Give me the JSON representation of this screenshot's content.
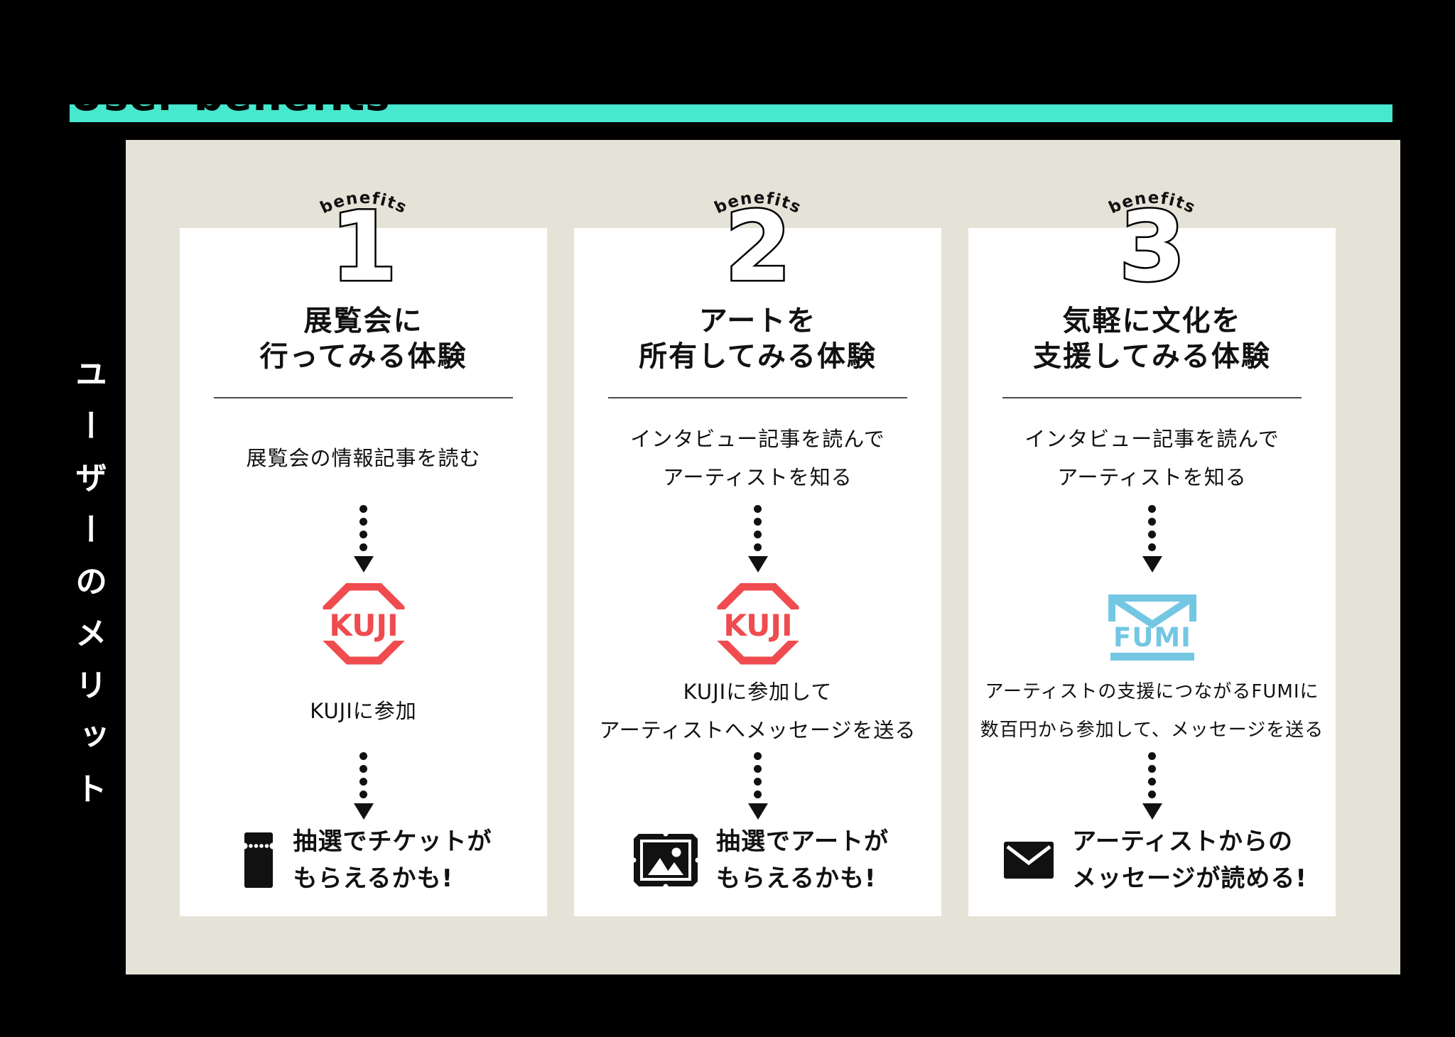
{
  "header": {
    "title": "User benefits"
  },
  "sidebar": {
    "label": "ユーザーのメリット"
  },
  "colors": {
    "accent_teal": "#47e8cd",
    "panel_beige": "#e5e3d7",
    "card_white": "#ffffff",
    "kuji_red": "#f04b4f",
    "fumi_blue": "#74c7e3",
    "text_black": "#111111"
  },
  "cards": [
    {
      "badge": "benefits",
      "number": "1",
      "title_lines": [
        "展覧会に",
        "行ってみる体験"
      ],
      "step1_lines": [
        "展覧会の情報記事を読む"
      ],
      "logo": {
        "name": "kuji-logo",
        "text": "KUJI"
      },
      "step2_lines": [
        "KUJIに参加"
      ],
      "result": {
        "icon": "ticket-icon",
        "lines": [
          "抽選でチケットが",
          "もらえるかも!"
        ]
      }
    },
    {
      "badge": "benefits",
      "number": "2",
      "title_lines": [
        "アートを",
        "所有してみる体験"
      ],
      "step1_lines": [
        "インタビュー記事を読んで",
        "アーティストを知る"
      ],
      "logo": {
        "name": "kuji-logo",
        "text": "KUJI"
      },
      "step2_lines": [
        "KUJIに参加して",
        "アーティストへメッセージを送る"
      ],
      "result": {
        "icon": "picture-frame-icon",
        "lines": [
          "抽選でアートが",
          "もらえるかも!"
        ]
      }
    },
    {
      "badge": "benefits",
      "number": "3",
      "title_lines": [
        "気軽に文化を",
        "支援してみる体験"
      ],
      "step1_lines": [
        "インタビュー記事を読んで",
        "アーティストを知る"
      ],
      "logo": {
        "name": "fumi-logo",
        "text": "FUMI"
      },
      "step2_lines": [
        "アーティストの支援につながるFUMIに",
        "数百円から参加して、メッセージを送る"
      ],
      "result": {
        "icon": "envelope-icon",
        "lines": [
          "アーティストからの",
          "メッセージが読める!"
        ]
      }
    }
  ]
}
